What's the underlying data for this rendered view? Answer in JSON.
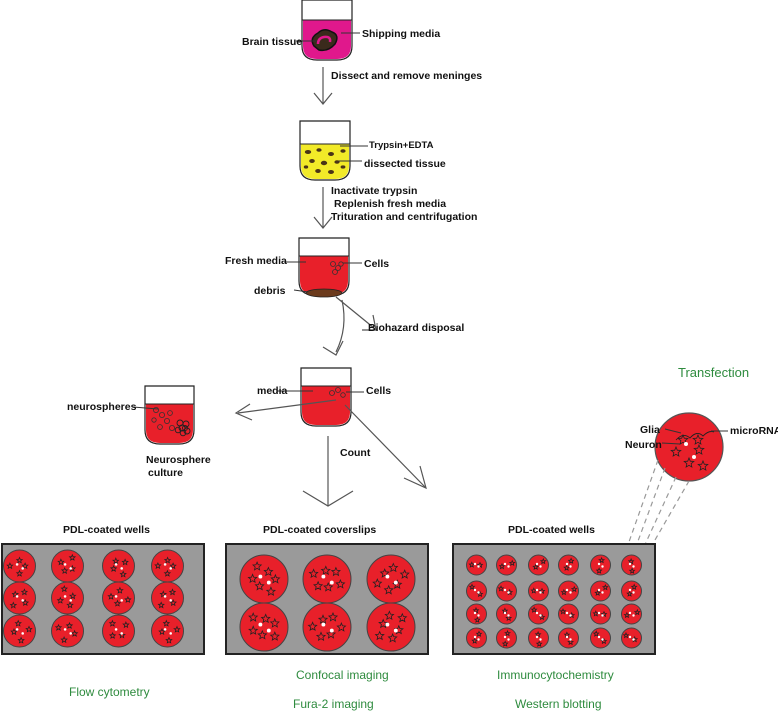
{
  "tube1": {
    "brain_tissue": "Brain tissue",
    "shipping_media": "Shipping media"
  },
  "step1": "Dissect and remove meninges",
  "tube2": {
    "trypsin": "Trypsin+EDTA",
    "dissected": "dissected tissue"
  },
  "step2": {
    "line1": "Inactivate trypsin",
    "line2": "Replenish fresh media",
    "line3": "Trituration and centrifugation"
  },
  "tube3": {
    "fresh_media": "Fresh media",
    "cells": "Cells",
    "debris": "debris",
    "biohazard": "Biohazard disposal"
  },
  "tube4": {
    "media": "media",
    "cells": "Cells",
    "count": "Count"
  },
  "neuro": {
    "neurospheres": "neurospheres",
    "culture_line1": "Neurosphere",
    "culture_line2": "culture"
  },
  "transfection": {
    "title": "Transfection",
    "glia": "Glia",
    "neuron": "Neuron",
    "microrna": "microRNA"
  },
  "plates": [
    {
      "title": "PDL-coated wells",
      "apps": [
        "Flow cytometry"
      ]
    },
    {
      "title": "PDL-coated coverslips",
      "apps": [
        "Confocal imaging",
        "Fura-2 imaging"
      ]
    },
    {
      "title": "PDL-coated wells",
      "apps": [
        "Immunocytochemistry",
        "Western blotting"
      ]
    }
  ],
  "colors": {
    "media_red": "#e8202a",
    "shipping_magenta": "#e0188c",
    "trypsin_yellow": "#f2ea28",
    "plate_gray": "#9a9a9a",
    "label_green": "#2e8b3e"
  }
}
